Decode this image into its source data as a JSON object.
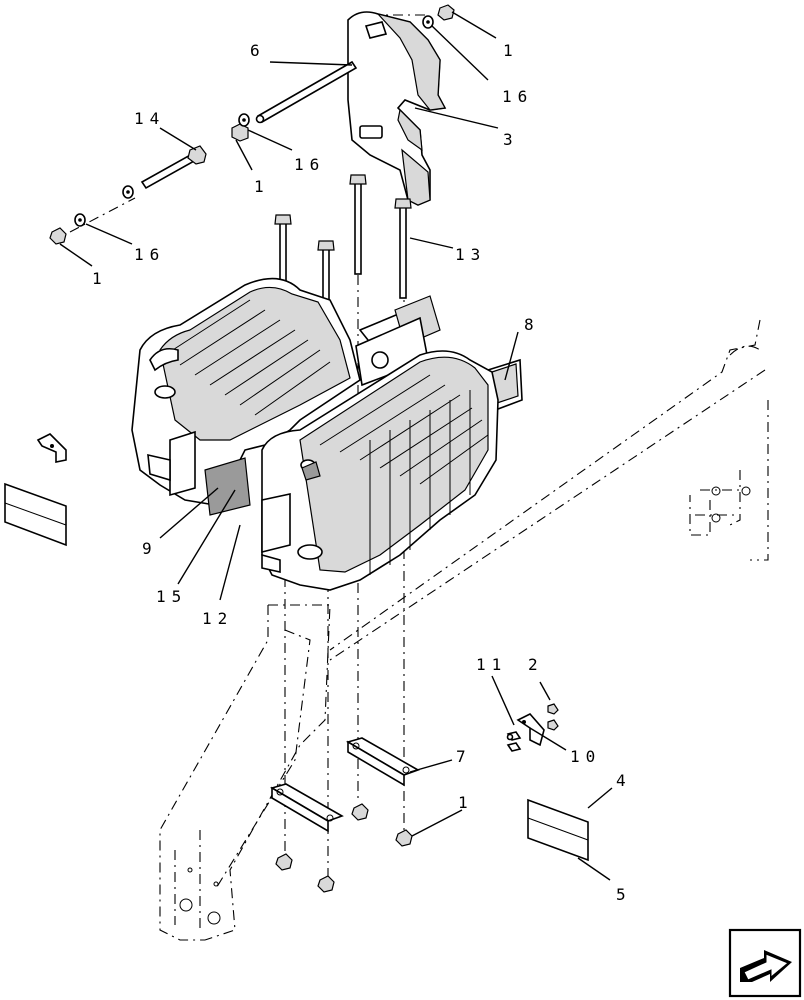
{
  "diagram": {
    "callouts": [
      {
        "id": "c1a",
        "text": "1"
      },
      {
        "id": "c16a",
        "text": "16"
      },
      {
        "id": "c6",
        "text": "6"
      },
      {
        "id": "c3",
        "text": "3"
      },
      {
        "id": "c14",
        "text": "14"
      },
      {
        "id": "c16b",
        "text": "16"
      },
      {
        "id": "c1b",
        "text": "1"
      },
      {
        "id": "c16c",
        "text": "16"
      },
      {
        "id": "c1c",
        "text": "1"
      },
      {
        "id": "c13",
        "text": "13"
      },
      {
        "id": "c8",
        "text": "8"
      },
      {
        "id": "c9",
        "text": "9"
      },
      {
        "id": "c15",
        "text": "15"
      },
      {
        "id": "c12a",
        "text": "12"
      },
      {
        "id": "c11",
        "text": "11"
      },
      {
        "id": "c2",
        "text": "2"
      },
      {
        "id": "c10",
        "text": "10"
      },
      {
        "id": "c7",
        "text": "7"
      },
      {
        "id": "c1d",
        "text": "1"
      },
      {
        "id": "c4",
        "text": "4"
      },
      {
        "id": "c5",
        "text": "5"
      }
    ]
  },
  "nav": {
    "icon": "next-page-arrow-icon"
  }
}
